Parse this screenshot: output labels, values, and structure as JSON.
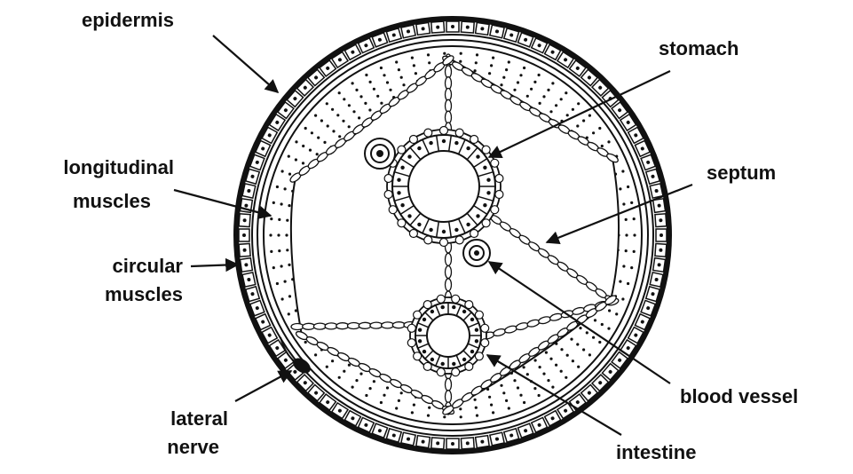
{
  "labels": {
    "epidermis": "epidermis",
    "stomach": "stomach",
    "longitudinal_line1": "longitudinal",
    "longitudinal_line2": "muscles",
    "septum": "septum",
    "circular_line1": "circular",
    "circular_line2": "muscles",
    "blood_vessel": "blood vessel",
    "lateral_line1": "lateral",
    "lateral_line2": "nerve",
    "intestine": "intestine"
  },
  "colors": {
    "ink": "#111111",
    "paper": "#ffffff"
  }
}
